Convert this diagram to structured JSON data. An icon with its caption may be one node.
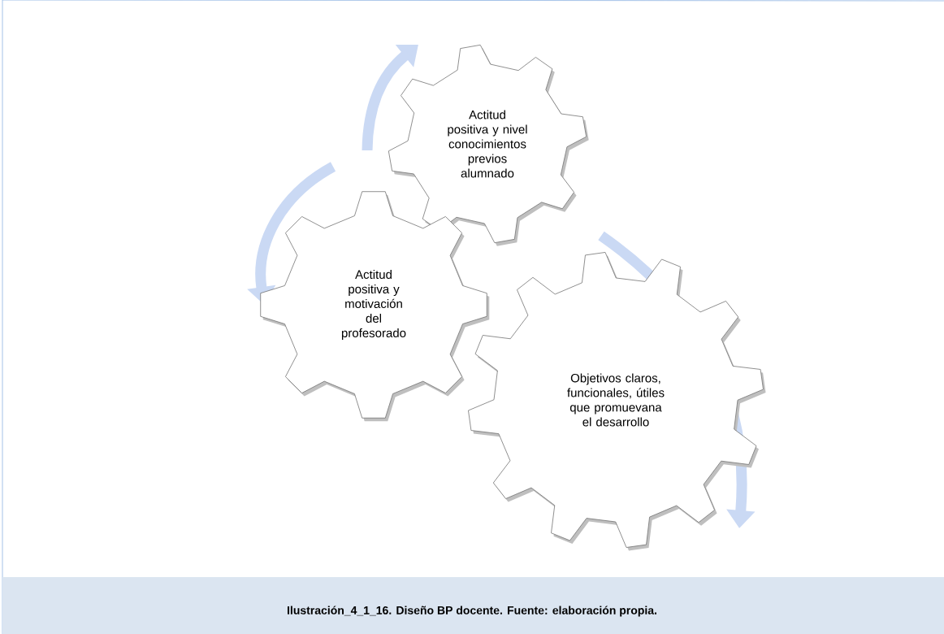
{
  "diagram": {
    "caption": "Ilustración_4_1_16. Diseño BP docente. Fuente: elaboración propia.",
    "nodes": [
      {
        "text": [
          "Actitud positiva y nivel conocimientos previos alumnado"
        ]
      },
      {
        "text": [
          "Actitud positiva y motivación del profesorado"
        ]
      },
      {
        "text": [
          "Objetivos claros, funcionales, útiles que promuevana el desarrollo"
        ]
      }
    ]
  }
}
